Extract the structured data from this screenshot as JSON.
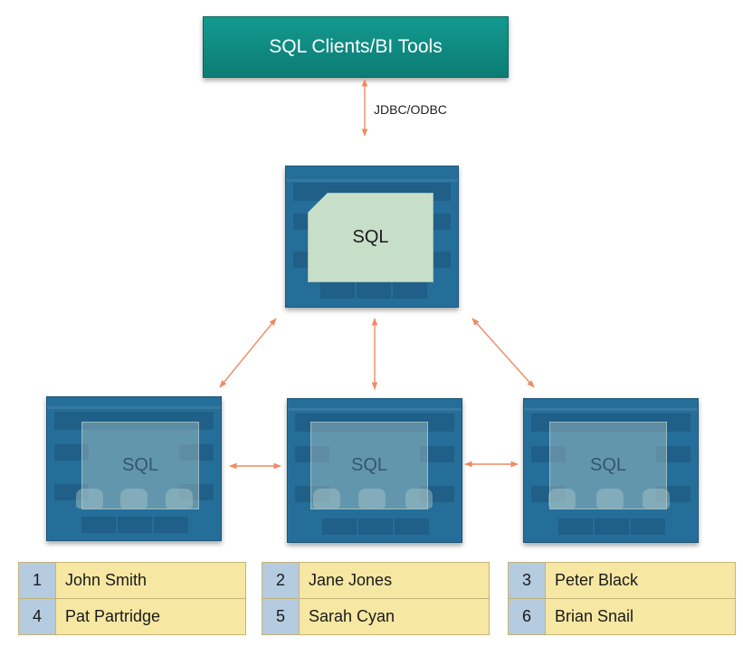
{
  "top_box": {
    "label": "SQL Clients/BI Tools"
  },
  "connection_label": "JDBC/ODBC",
  "master_node": {
    "label": "SQL"
  },
  "worker_nodes": [
    {
      "label": "SQL"
    },
    {
      "label": "SQL"
    },
    {
      "label": "SQL"
    }
  ],
  "tables": [
    {
      "rows": [
        {
          "id": "1",
          "name": "John Smith"
        },
        {
          "id": "4",
          "name": "Pat Partridge"
        }
      ]
    },
    {
      "rows": [
        {
          "id": "2",
          "name": "Jane Jones"
        },
        {
          "id": "5",
          "name": "Sarah Cyan"
        }
      ]
    },
    {
      "rows": [
        {
          "id": "3",
          "name": "Peter Black"
        },
        {
          "id": "6",
          "name": "Brian Snail"
        }
      ]
    }
  ],
  "colors": {
    "top_box": "#139a90",
    "node": "#266e9a",
    "arrow": "#ef8a63",
    "id_cell": "#b5cbe0",
    "name_cell": "#f6e7a3"
  }
}
